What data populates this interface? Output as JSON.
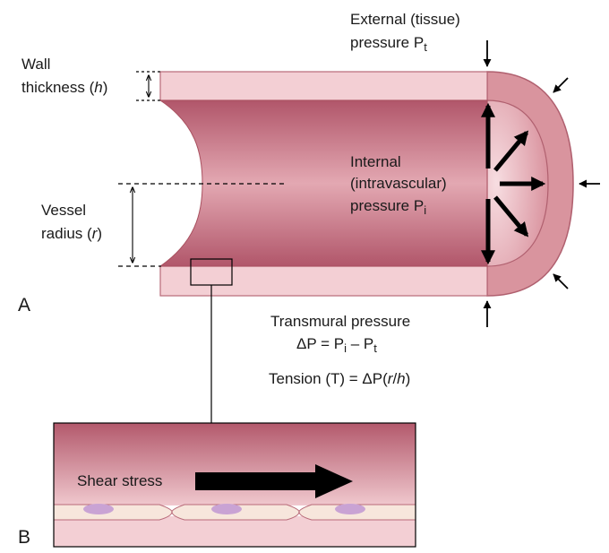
{
  "panel_a": {
    "letter": "A",
    "external": {
      "line1": "External (tissue)",
      "line2_main": "pressure P",
      "line2_sub": "t"
    },
    "wall": {
      "line1": "Wall",
      "line2_main": "thickness (",
      "line2_var": "h",
      "line2_end": ")"
    },
    "internal": {
      "line1": "Internal",
      "line2": "(intravascular)",
      "line3_main": "pressure P",
      "line3_sub": "i"
    },
    "vessel": {
      "line1": "Vessel",
      "line2_main": "radius (",
      "line2_var": "r",
      "line2_end": ")"
    },
    "transmural": {
      "line1": "Transmural pressure",
      "eq_a": "ΔP = P",
      "eq_sub1": "i",
      "eq_b": " – P",
      "eq_sub2": "t"
    },
    "tension": {
      "a": "Tension (T) = ΔP(",
      "r": "r",
      "slash": "/",
      "h": "h",
      "close": ")"
    }
  },
  "panel_b": {
    "letter": "B",
    "shear_label": "Shear stress"
  },
  "colors": {
    "lumen_dark": "#b1566a",
    "lumen_light": "#eab8c0",
    "wall": "#f3cfd4",
    "wall_stroke": "#b86a79",
    "cap": "#d9949e",
    "cell": "#f7e6dc",
    "nucleus": "#c9a3d4"
  }
}
